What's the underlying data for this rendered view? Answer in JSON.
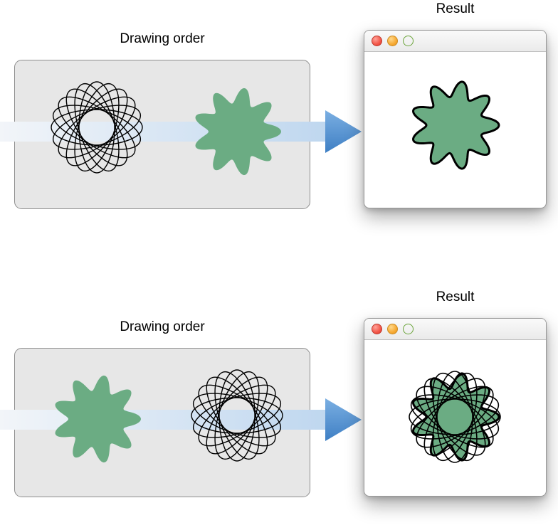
{
  "sections": [
    {
      "drawing_order_title": "Drawing order",
      "result_title": "Result",
      "drawing_sequence": [
        "spirograph-outline",
        "green-flower"
      ],
      "result_composition": [
        "green-flower-outlined"
      ]
    },
    {
      "drawing_order_title": "Drawing order",
      "result_title": "Result",
      "drawing_sequence": [
        "green-flower",
        "spirograph-outline"
      ],
      "result_composition": [
        "green-flower-outlined",
        "spirograph-outline"
      ]
    }
  ],
  "colors": {
    "flower_green": "#6BAC83",
    "panel_fill": "#E7E7E7",
    "panel_border": "#8E8E8E",
    "arrow_band_start": "#F2F5F9",
    "arrow_band_end": "#BFD7EF",
    "arrow_head_top": "#7BAFE2",
    "arrow_head_bottom": "#3E7FC4",
    "outline_black": "#000000"
  },
  "window_controls": [
    "close",
    "minimize",
    "zoom"
  ]
}
